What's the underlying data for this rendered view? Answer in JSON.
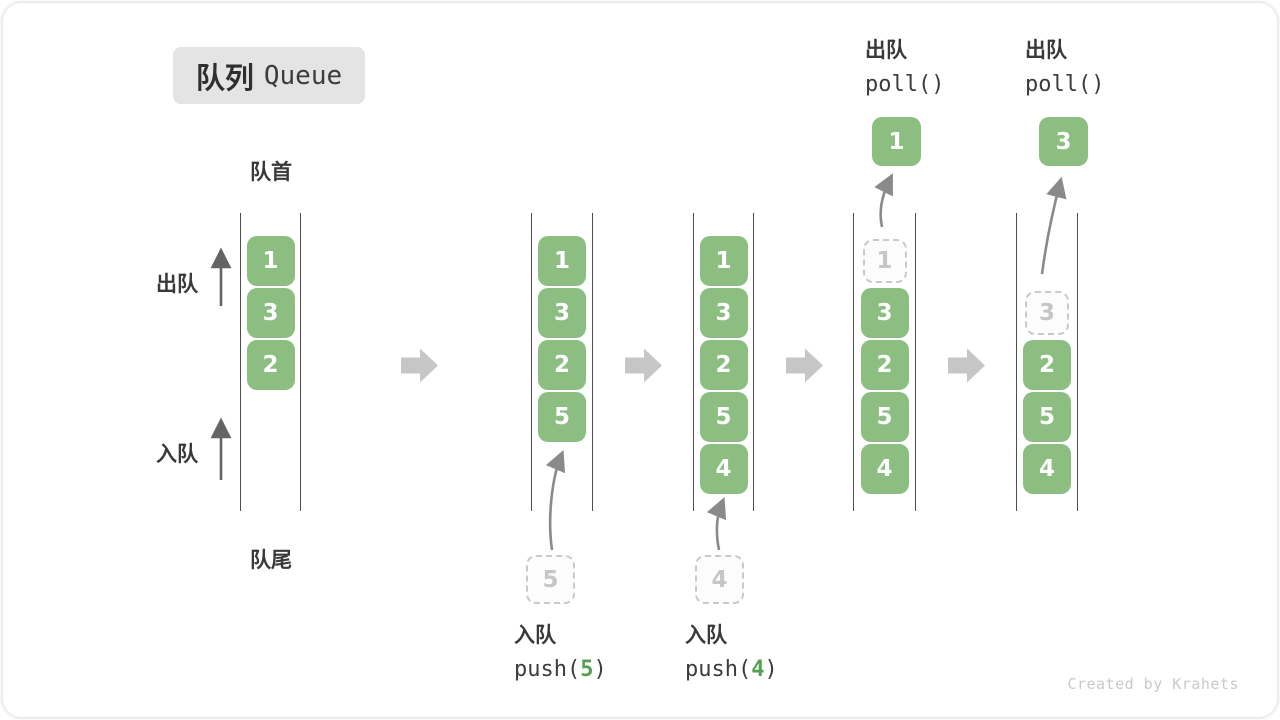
{
  "title": {
    "zh": "队列",
    "en": "Queue"
  },
  "labels": {
    "front": "队首",
    "rear": "队尾",
    "dequeue_side": "出队",
    "enqueue_side": "入队"
  },
  "colors": {
    "box_green": "#8CBE82",
    "accent_green": "#55a14f",
    "badge_bg": "#e4e4e4",
    "big_arrow_gray": "#c6c6c6",
    "ghost_gray": "#c9c9c9"
  },
  "queues": [
    {
      "slots": [
        "1",
        "3",
        "2"
      ]
    },
    {
      "slots": [
        "1",
        "3",
        "2",
        "5"
      ]
    },
    {
      "slots": [
        "1",
        "3",
        "2",
        "5",
        "4"
      ]
    },
    {
      "ghost": "1",
      "slots": [
        "3",
        "2",
        "5",
        "4"
      ]
    },
    {
      "ghost": "3",
      "slots": [
        "2",
        "5",
        "4"
      ]
    }
  ],
  "ops": {
    "push5": {
      "label": "入队",
      "prefix": "push(",
      "arg": "5",
      "suffix": ")",
      "ghost": "5"
    },
    "push4": {
      "label": "入队",
      "prefix": "push(",
      "arg": "4",
      "suffix": ")",
      "ghost": "4"
    },
    "poll1": {
      "label": "出队",
      "code": "poll()",
      "value": "1"
    },
    "poll3": {
      "label": "出队",
      "code": "poll()",
      "value": "3"
    }
  },
  "watermark": "Created by Krahets"
}
